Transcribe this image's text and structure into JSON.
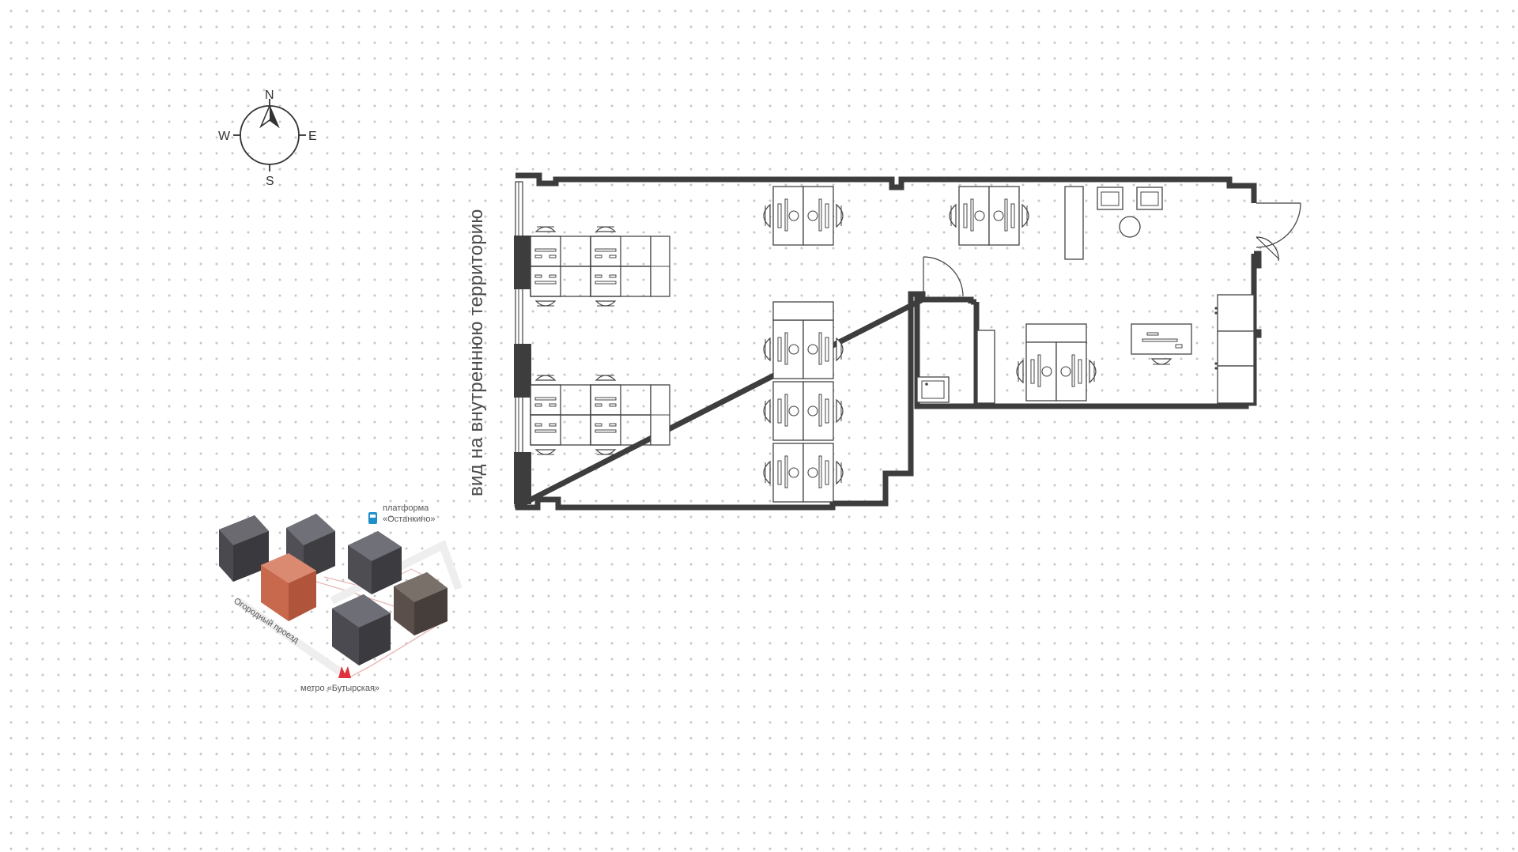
{
  "compass": {
    "north": "N",
    "east": "E",
    "south": "S",
    "west": "W"
  },
  "floorplan": {
    "view_label": "вид на внутреннюю территорию",
    "wall_color": "#3d3d3d",
    "furniture_color": "#444444"
  },
  "location_map": {
    "platform_label_line1": "платформа",
    "platform_label_line2": "«Останкино»",
    "street_label": "Огородный проезд",
    "metro_label": "метро «Бутырская»",
    "highlight_color": "#c8684d",
    "platform_icon_color": "#1e8fc9",
    "metro_icon_color": "#e0323c"
  }
}
